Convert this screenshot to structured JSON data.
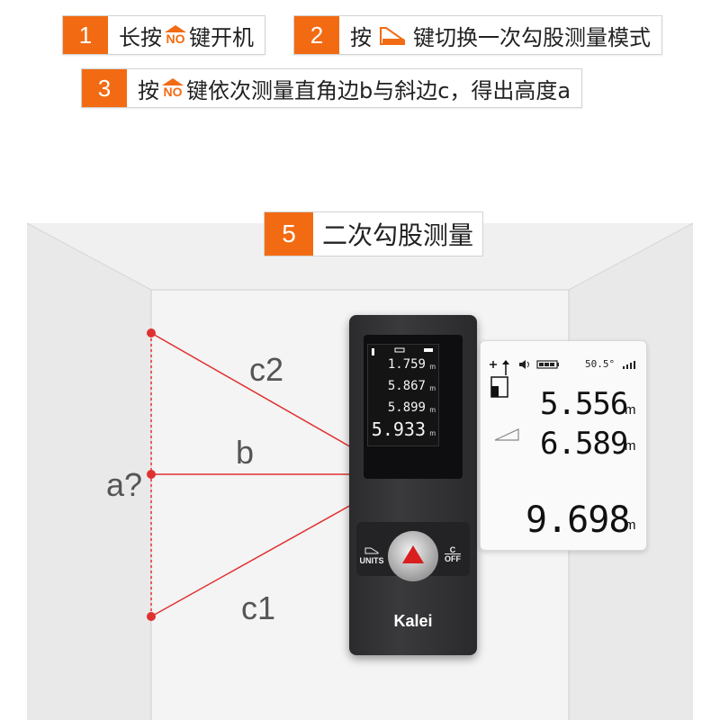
{
  "steps": [
    {
      "num": "1",
      "pre": "长按",
      "icon": "NO",
      "post": "键开机"
    },
    {
      "num": "2",
      "pre": "按",
      "post": "键切换一次勾股测量模式"
    },
    {
      "num": "3",
      "pre": "按",
      "icon": "NO",
      "post": "键依次测量直角边b与斜边c，得出高度a"
    }
  ],
  "section": {
    "num": "5",
    "title": "二次勾股测量"
  },
  "labels": {
    "c2": "c2",
    "b": "b",
    "a": "a?",
    "c1": "c1"
  },
  "device": {
    "brand": "Kalei",
    "btn_units": "UNITS",
    "btn_c": "C",
    "btn_off": "OFF",
    "screen": {
      "r1": "1.759",
      "r2": "5.867",
      "r3": "5.899",
      "r4": "5.933",
      "unit": "m"
    }
  },
  "display": {
    "status_value": "50.5°",
    "value1": "5.556",
    "value2": "6.589",
    "result": "9.698",
    "unit": "m"
  },
  "colors": {
    "accent": "#f26b13",
    "laser": "#e03131",
    "wall": "#ececec"
  }
}
